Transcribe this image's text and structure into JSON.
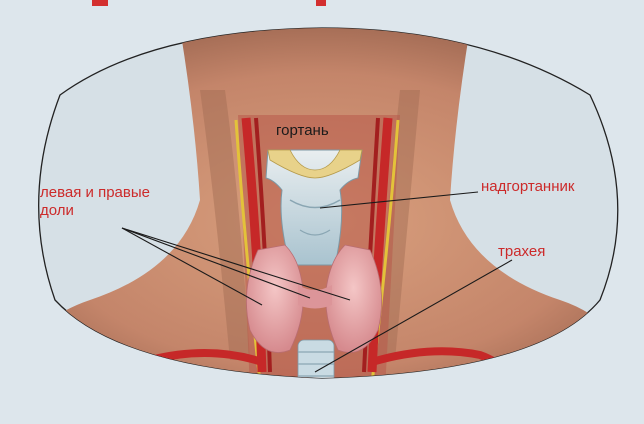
{
  "labels": {
    "larynx": "гортань",
    "lobes_line1": "левая и правые",
    "lobes_line2": "доли",
    "epiglottis": "надгортанник",
    "trachea": "трахея"
  },
  "colors": {
    "background": "#dde6ec",
    "label_red": "#cc2a2a",
    "label_dark": "#1a1a1a",
    "skin": "#c98c6c",
    "thyroid": "#e6a3a6",
    "artery": "#c62828",
    "nerve": "#e3c23a",
    "cartilage": "#c9dbe3"
  }
}
